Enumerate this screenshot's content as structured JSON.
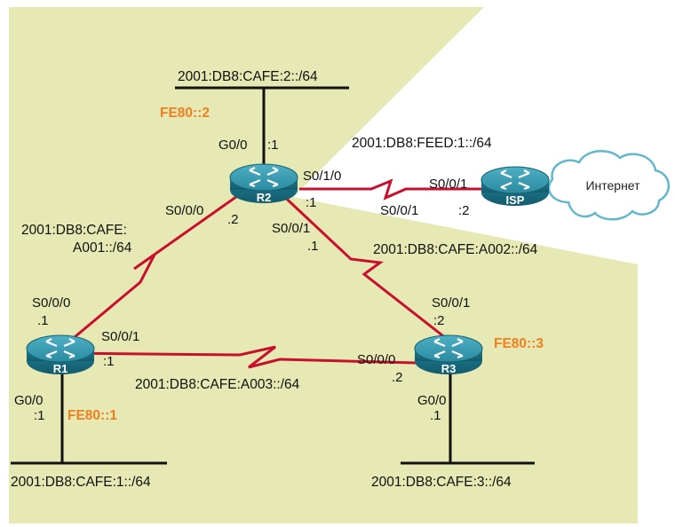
{
  "colors": {
    "area_fill": "#e6e9b3",
    "serial_link": "#c8102e",
    "lan_line": "#111111",
    "router_body": "#1f7f94",
    "link_local": "#f07f1f"
  },
  "routers": {
    "r1": "R1",
    "r2": "R2",
    "r3": "R3",
    "isp": "ISP"
  },
  "cloud": {
    "label": "Интернет"
  },
  "networks": {
    "lan_r2": "2001:DB8:CAFE:2::/64",
    "lan_r1": "2001:DB8:CAFE:1::/64",
    "lan_r3": "2001:DB8:CAFE:3::/64",
    "isp_link": "2001:DB8:FEED:1::/64",
    "r1_r2_line1": "2001:DB8:CAFE:",
    "r1_r2_line2": "A001::/64",
    "r2_r3": "2001:DB8:CAFE:A002::/64",
    "r1_r3": "2001:DB8:CAFE:A003::/64"
  },
  "link_local": {
    "r1": "FE80::1",
    "r2": "FE80::2",
    "r3": "FE80::3"
  },
  "interfaces": {
    "r2_g0": "G0/0",
    "r2_g0_addr": ":1",
    "r2_s010": "S0/1/0",
    "r2_s010_addr": ":1",
    "r2_s000": "S0/0/0",
    "r2_s000_addr": ".2",
    "r2_s001": "S0/0/1",
    "r2_s001_addr": ".1",
    "isp_s001_top": "S0/0/1",
    "isp_s001_bottom": "S0/0/1",
    "isp_addr": ":2",
    "r1_s000": "S0/0/0",
    "r1_s000_addr": ".1",
    "r1_s001": "S0/0/1",
    "r1_s001_addr": ":1",
    "r1_g0": "G0/0",
    "r1_g0_addr": ":1",
    "r3_s001": "S0/0/1",
    "r3_s001_addr": ":2",
    "r3_s000": "S0/0/0",
    "r3_s000_addr": ".2",
    "r3_g0": "G0/0",
    "r3_g0_addr": ".1"
  },
  "icons": {
    "router": "router-icon",
    "cloud": "cloud-icon"
  }
}
